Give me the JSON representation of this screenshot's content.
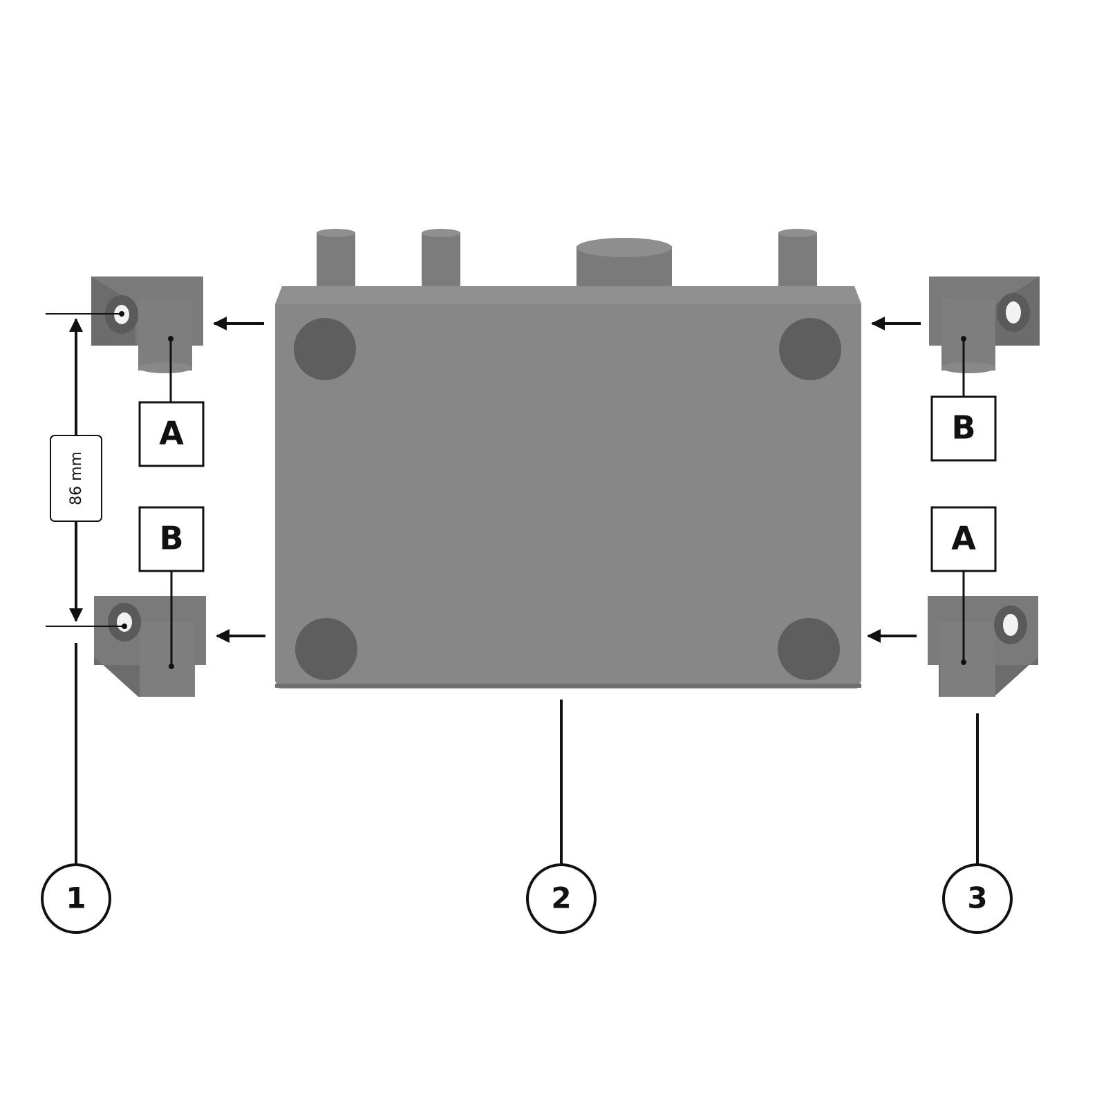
{
  "dimension": {
    "label": "86 mm"
  },
  "part_labels": {
    "left_top": "A",
    "left_bottom": "B",
    "right_top": "B",
    "right_bottom": "A"
  },
  "callouts": {
    "left": "1",
    "center": "2",
    "right": "3"
  },
  "colors": {
    "body": "#878787",
    "body_edge": "#6f6f6f",
    "foot": "#5e5e5e",
    "bracket": "#7a7a7a",
    "bracket_dark": "#5a5a5a",
    "line": "#111111"
  }
}
